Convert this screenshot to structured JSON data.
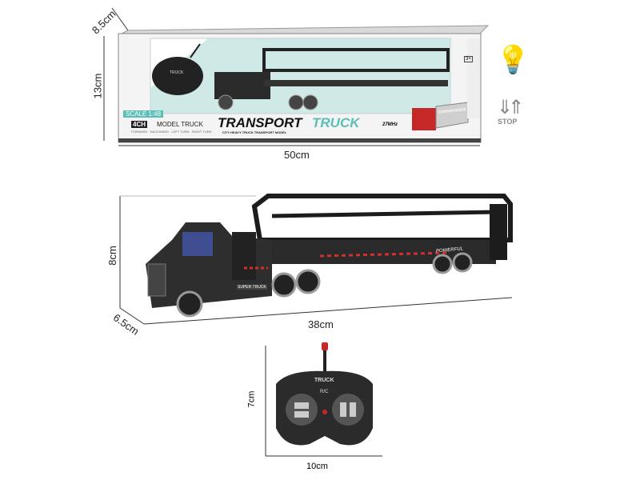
{
  "box": {
    "brand_scale": "SCALE 1:48",
    "channel_badge": "4CH",
    "model_label": "MODEL TRUCK",
    "functions": "FORWARD · BACKWARD · LEFT TURN · RIGHT TURN",
    "title_part1": "TRANSPORT",
    "title_part2": "TRUCK",
    "subtitle": "CITY HEAVY TRUCK TRANSPORT MODEL",
    "frequency": "27MHz",
    "age": "3+",
    "remote_label": "TRUCK",
    "trailer_label": "CONVEYANCE",
    "accent_color": "#5bbfb8"
  },
  "side_icons": {
    "light_icon": "light-bulb-icon",
    "stop_label": "STOP"
  },
  "dimensions": {
    "box_depth": "8.5cm",
    "box_height": "13cm",
    "box_length": "50cm",
    "truck_height": "8cm",
    "truck_width": "6.5cm",
    "truck_length": "38cm",
    "remote_height": "7cm",
    "remote_width": "10cm"
  },
  "truck": {
    "trailer_label": "POWERFUL",
    "cab_label": "SUPER TRUCK"
  },
  "remote": {
    "label": "TRUCK",
    "sublabel": "R/C"
  }
}
